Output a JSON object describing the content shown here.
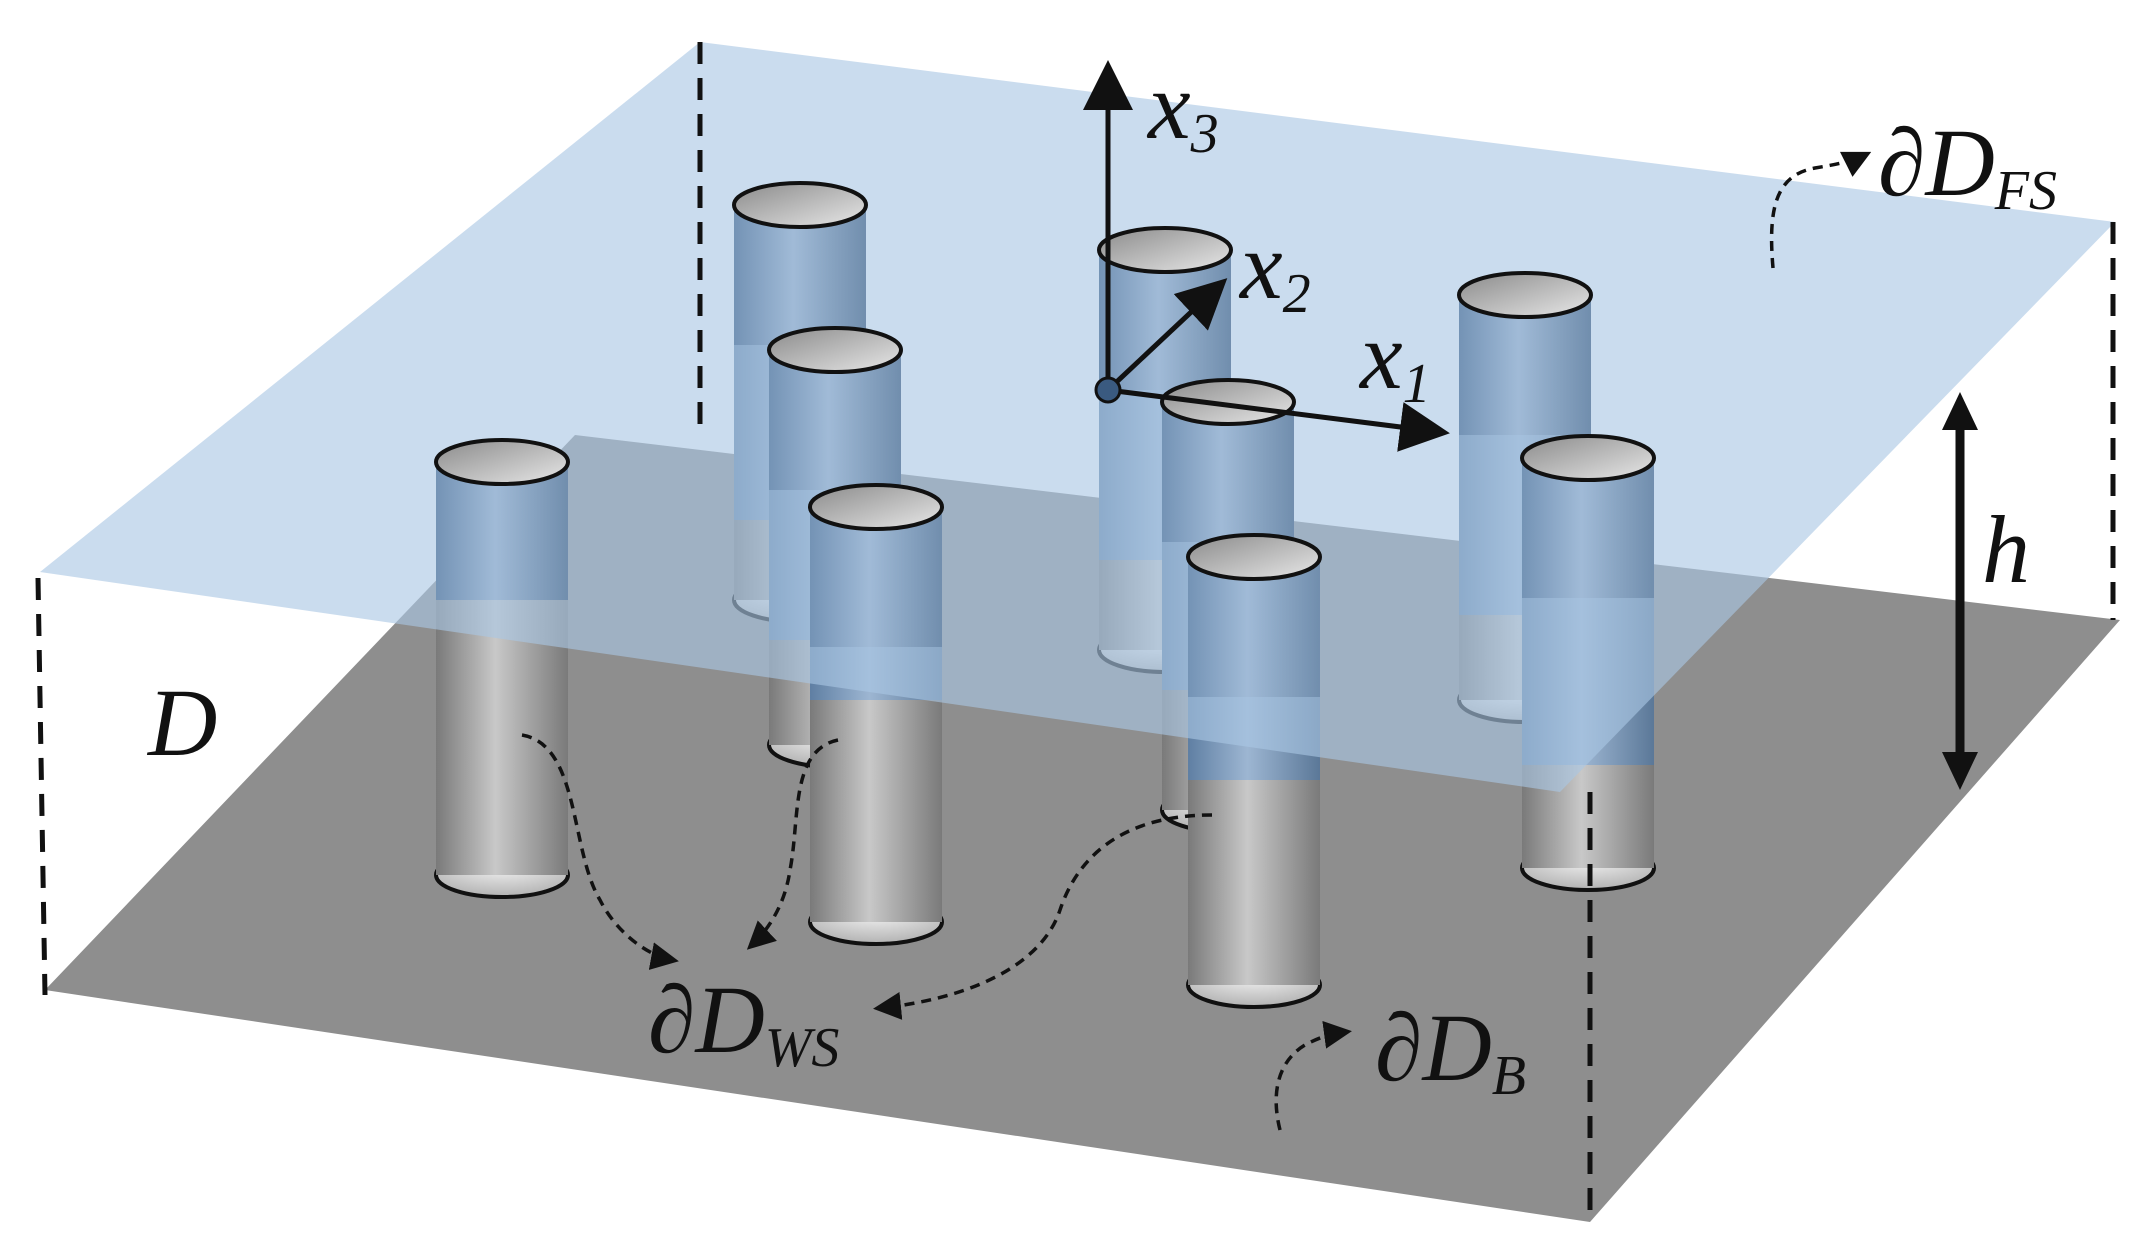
{
  "diagram": {
    "labels": {
      "x3": {
        "base": "x",
        "sub": "3"
      },
      "x2": {
        "base": "x",
        "sub": "2"
      },
      "x1": {
        "base": "x",
        "sub": "1"
      },
      "free_surface": {
        "base": "∂D",
        "sub": "FS"
      },
      "depth": "h",
      "domain": "D",
      "wetted_surface": {
        "base": "∂D",
        "sub": "WS"
      },
      "bottom": {
        "base": "∂D",
        "sub": "B"
      }
    },
    "colors": {
      "free_surface": "#bcd2ea",
      "seabed": "#8c8c8c",
      "cylinder_above": "#7f9cbd",
      "cylinder_below": "#a0a0a0",
      "outline": "#111111"
    },
    "cylinder_count": 9
  }
}
